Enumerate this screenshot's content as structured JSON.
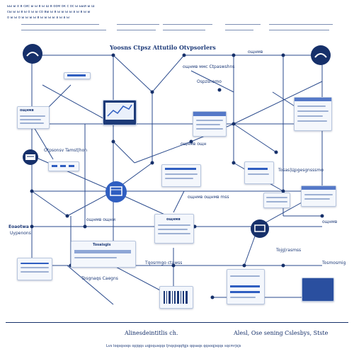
{
  "header": {
    "text_lines": [
      "ьы ы х в сис ы ы в ы ш в оом ок с ос ы ьыи ы ш",
      "сы ы ы в ы о ы ы со вы ы в ы ы ы ы а ы в ы ы",
      "о ы ы о ы ы ы ы в ы ы ы ы а ы а ы"
    ]
  },
  "diagram": {
    "title": "Yoosns Ctpsz Attutilo Otvpsorlers",
    "subtitle_right": "ощнмв ммс   Ctpaswshns",
    "labels": {
      "top_right_small": "ощнмв",
      "left_card_title": "ощнмв",
      "mid_left": "Otpsonsv Tamst|hon",
      "mid_right": "Tosas|Цpgesgnsssmo",
      "left_side_title": "Eoaotwa",
      "left_side_sub": "Uypenons",
      "center_arrow": "ощнмв ощнмв mss",
      "center_small": "ощнмв ощнм",
      "center_card2": "ощнмв",
      "lower_left_card": "Tosaisgis",
      "lower_left_small": "Tosgnaqs Caegns",
      "lower_mid": "Tqosrmgo ctawss",
      "right_small1": "ощнмв",
      "right_small2": "Tojg|rasmss",
      "bottom_right_small": "Tosmosmig",
      "middle_top_caption": "ощнмв ощн",
      "top_caption2": "Ospzsnomo"
    }
  },
  "footer": {
    "left_title": "Alinesdeintitlis ch.",
    "right_title": "Alesl, Ose sening Cslesbys, Stste",
    "bottom_text": "Lvs loqsqsoqs opjqqs uqjoqusqqs ljnqsjoqqfgjs qqsaqs qqsoqjsqqs sqcmrjsjs"
  },
  "colors": {
    "navy": "#16306a",
    "accent": "#2f5ec1",
    "line": "#2a4a8c",
    "card": "#f4f7fc"
  }
}
